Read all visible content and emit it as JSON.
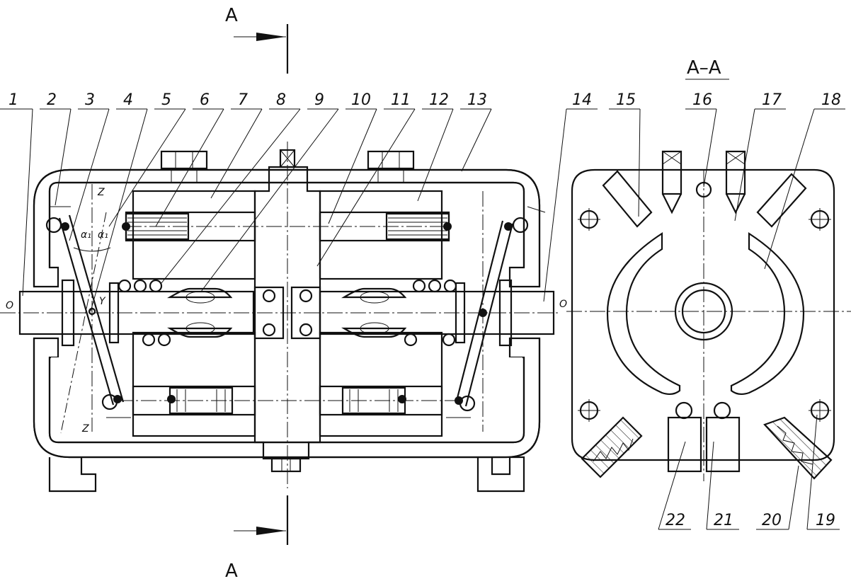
{
  "section": {
    "arrow_top": "A",
    "arrow_bottom": "A",
    "view_title": "A–A"
  },
  "callouts_main": [
    "1",
    "2",
    "3",
    "4",
    "5",
    "6",
    "7",
    "8",
    "9",
    "10",
    "11",
    "12",
    "13",
    "14"
  ],
  "callouts_section": [
    "15",
    "16",
    "17",
    "18"
  ],
  "callouts_bottom": [
    "22",
    "21",
    "20",
    "19"
  ],
  "axis_labels": {
    "o_left": "O",
    "o_right": "O",
    "z_top": "Z",
    "z_bottom": "Z",
    "y": "Y",
    "alpha_1": "α₁",
    "alpha_2": "α₁"
  }
}
